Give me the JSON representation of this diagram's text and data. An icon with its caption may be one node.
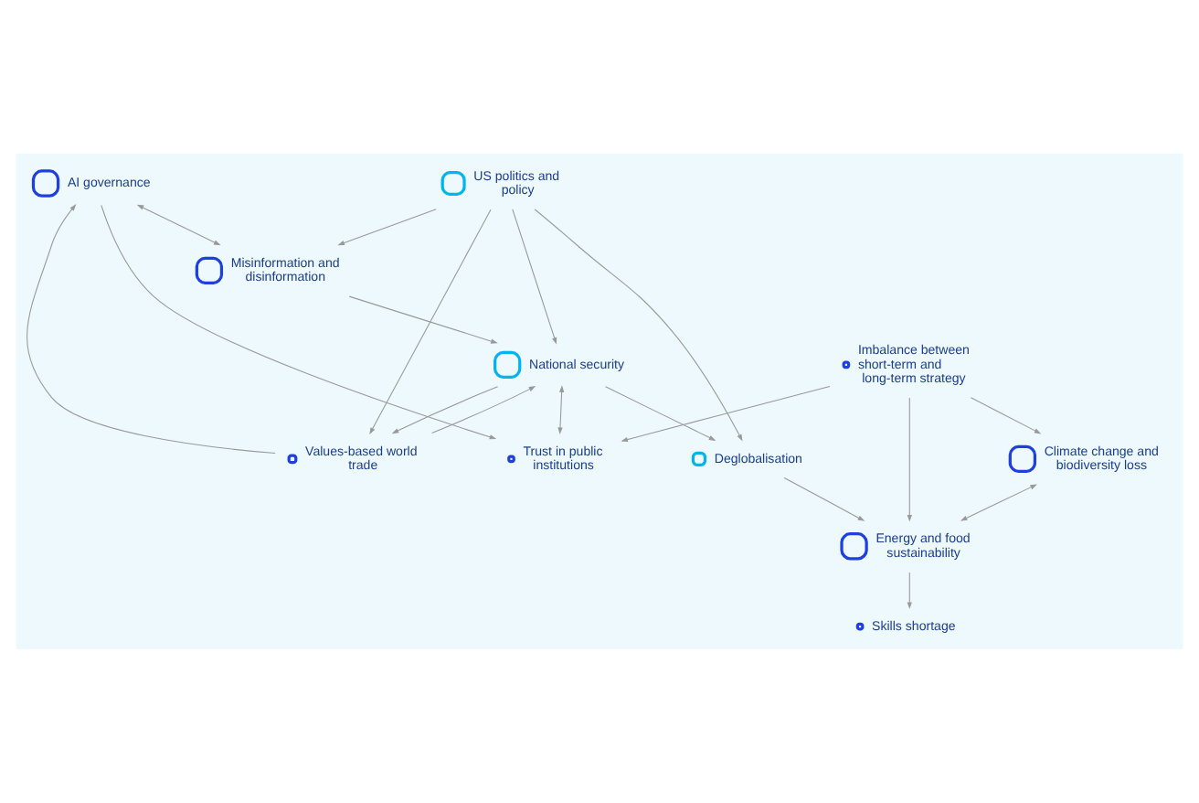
{
  "diagram": {
    "nodes": [
      {
        "text": [
          "AI governance"
        ]
      },
      {
        "text": [
          "Values-based world trade"
        ]
      },
      {
        "text": [
          "Misinformation and disinformation"
        ]
      },
      {
        "text": [
          "Trust in public institutions"
        ]
      },
      {
        "text": [
          "National security"
        ]
      },
      {
        "text": [
          "US politics and policy"
        ]
      },
      {
        "text": [
          "Deglobalisation"
        ]
      },
      {
        "text": [
          "Imbalance between short-term and long-term strategy"
        ]
      },
      {
        "text": [
          "Energy and food sustainability"
        ]
      },
      {
        "text": [
          "Skills shortage"
        ]
      },
      {
        "text": [
          "Climate change and biodiversity loss"
        ]
      }
    ],
    "edges": [
      {
        "from": 1,
        "to": 0,
        "arrow": "to"
      },
      {
        "from": 0,
        "to": 2,
        "arrow": "both"
      },
      {
        "from": 0,
        "to": 3,
        "arrow": "to"
      },
      {
        "from": 2,
        "to": 4,
        "arrow": "to"
      },
      {
        "from": 4,
        "to": 3,
        "arrow": "both"
      },
      {
        "from": 4,
        "to": 1,
        "arrow": "to"
      },
      {
        "from": 1,
        "to": 4,
        "arrow": "to"
      },
      {
        "from": 4,
        "to": 6,
        "arrow": "to"
      },
      {
        "from": 5,
        "to": 1,
        "arrow": "to"
      },
      {
        "from": 5,
        "to": 2,
        "arrow": "to"
      },
      {
        "from": 5,
        "to": 4,
        "arrow": "to"
      },
      {
        "from": 5,
        "to": 6,
        "arrow": "to"
      },
      {
        "from": 7,
        "to": 3,
        "arrow": "to"
      },
      {
        "from": 7,
        "to": 8,
        "arrow": "to"
      },
      {
        "from": 7,
        "to": 10,
        "arrow": "to"
      },
      {
        "from": 6,
        "to": 8,
        "arrow": "to"
      },
      {
        "from": 8,
        "to": 9,
        "arrow": "to"
      },
      {
        "from": 10,
        "to": 8,
        "arrow": "both"
      }
    ]
  }
}
